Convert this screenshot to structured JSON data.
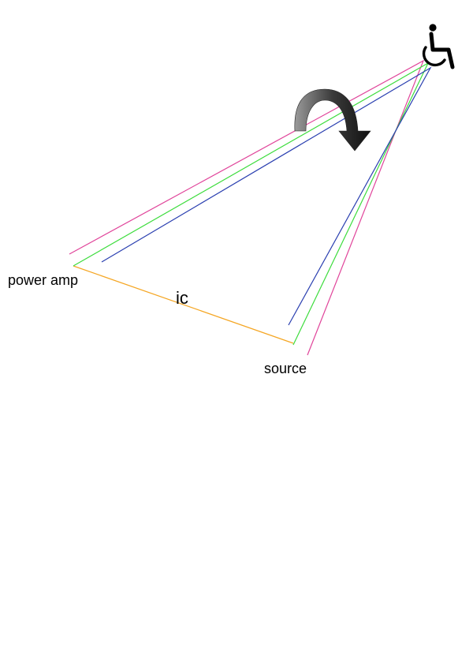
{
  "labels": {
    "power_amp": "power amp",
    "interconnect": "ic",
    "source": "source"
  },
  "icons": {
    "listener": "wheelchair-icon",
    "rotation": "curved-arrow-icon"
  },
  "colors": {
    "interconnect_cable": "#f5a623",
    "outer_path": "#e0449a",
    "middle_path": "#3ddc3d",
    "inner_path": "#2a3fb0",
    "arrow": "#1a1a1a"
  }
}
